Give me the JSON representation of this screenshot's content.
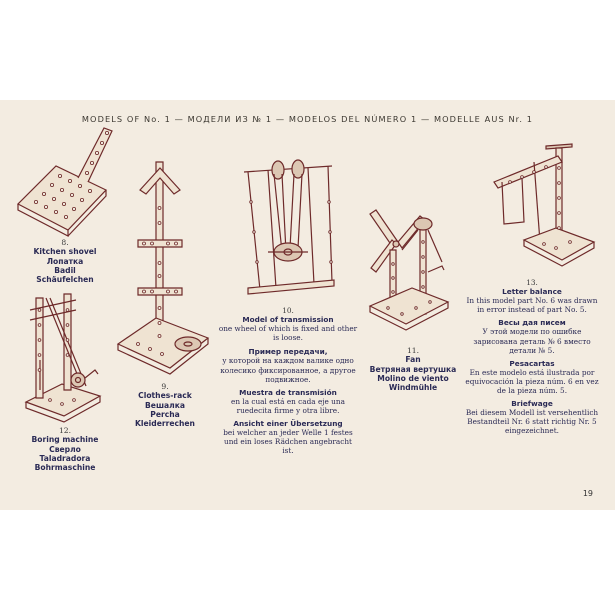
{
  "header": {
    "title": "MODELS OF No. 1 — МОДЕЛИ ИЗ № 1 — MODELOS DEL NÚMERO 1 — MODELLE AUS Nr. 1"
  },
  "models": {
    "m8": {
      "number": "8.",
      "names": [
        "Kitchen shovel",
        "Лопатка",
        "Badil",
        "Schäufelchen"
      ]
    },
    "m9": {
      "number": "9.",
      "names": [
        "Clothes-rack",
        "Вешалка",
        "Percha",
        "Kleiderrechen"
      ]
    },
    "m10": {
      "number": "10.",
      "sections": [
        {
          "heading": "Model of transmission",
          "body": "one wheel of which is fixed and other is loose."
        },
        {
          "heading": "Пример передачи,",
          "body": "у которой на каждом валике одно колесико фиксированное, а другое подвижное."
        },
        {
          "heading": "Muestra de transmisión",
          "body": "en la cual está en cada eje una ruedecita firme y otra libre."
        },
        {
          "heading": "Ansicht einer Übersetzung",
          "body": "bei welcher an jeder Welle 1 festes und ein loses Rädchen angebracht ist."
        }
      ]
    },
    "m11": {
      "number": "11.",
      "names": [
        "Fan",
        "Ветряная вертушка",
        "Molino de viento",
        "Windmühle"
      ]
    },
    "m12": {
      "number": "12.",
      "names": [
        "Boring machine",
        "Сверло",
        "Taladradora",
        "Bohrmaschine"
      ]
    },
    "m13": {
      "number": "13.",
      "sections": [
        {
          "heading": "Letter balance",
          "body": "In this model part No. 6 was drawn in error instead of part No. 5."
        },
        {
          "heading": "Весы дая писем",
          "body": "У этой модели по ошибке зарисована деталь № 6 вместо детали № 5."
        },
        {
          "heading": "Pesacartas",
          "body": "En este modelo está ilustrada por equivocación la pieza núm. 6 en vez de la pieza núm. 5."
        },
        {
          "heading": "Briefwage",
          "body": "Bei diesem Modell ist versehentlich Bestandteil Nr. 6 statt richtig Nr. 5 eingezeichnet."
        }
      ]
    }
  },
  "page_number": "19",
  "colors": {
    "ink": "#6e2a2a",
    "text": "#2a2a55",
    "paper": "#f3ece1"
  }
}
